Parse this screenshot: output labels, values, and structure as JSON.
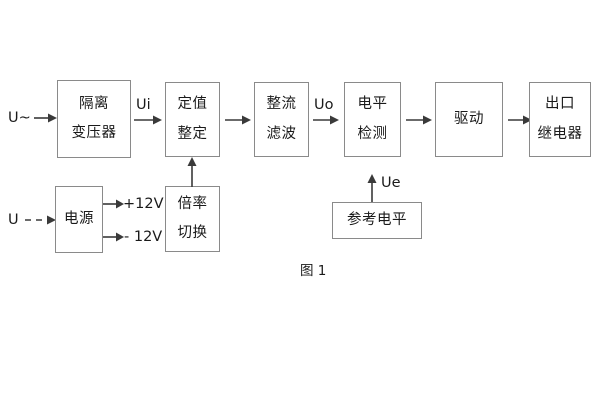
{
  "figure": {
    "caption": "图 1",
    "blocks": [
      {
        "id": "isolation-transformer",
        "lines": [
          "隔离",
          "变压器"
        ]
      },
      {
        "id": "setting-value",
        "lines": [
          "定值",
          "整定"
        ]
      },
      {
        "id": "rectify-filter",
        "lines": [
          "整流",
          "滤波"
        ]
      },
      {
        "id": "level-detection",
        "lines": [
          "电平",
          "检测"
        ]
      },
      {
        "id": "drive",
        "lines": [
          "驱动"
        ]
      },
      {
        "id": "output-relay",
        "lines": [
          "出口",
          "继电器"
        ]
      },
      {
        "id": "power-supply",
        "lines": [
          "电源"
        ]
      },
      {
        "id": "multiplier-switch",
        "lines": [
          "倍率",
          "切换"
        ]
      },
      {
        "id": "reference-level",
        "lines": [
          "参考电平"
        ]
      }
    ],
    "labels": {
      "ac_input": "U~",
      "dc_input": "U",
      "ui": "Ui",
      "uo": "Uo",
      "ue": "Ue",
      "plus12v": "+12V",
      "minus12v": "- 12V"
    },
    "colors": {
      "stroke": "#8a8a8a",
      "arrow": "#3a3a3a",
      "text": "#1a1a1a",
      "background": "#ffffff"
    }
  }
}
